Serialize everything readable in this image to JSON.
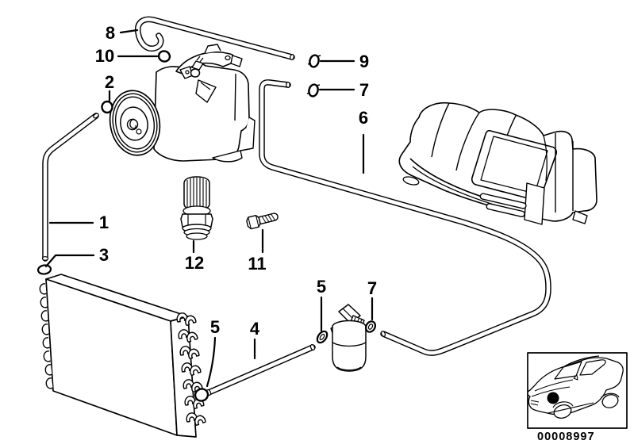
{
  "colors": {
    "line": "#000000",
    "background": "#ffffff"
  },
  "callouts": [
    {
      "key": "8",
      "label": "8"
    },
    {
      "key": "10",
      "label": "10"
    },
    {
      "key": "2",
      "label": "2"
    },
    {
      "key": "9",
      "label": "9"
    },
    {
      "key": "7-upper",
      "label": "7"
    },
    {
      "key": "6",
      "label": "6"
    },
    {
      "key": "1",
      "label": "1"
    },
    {
      "key": "3",
      "label": "3"
    },
    {
      "key": "12",
      "label": "12"
    },
    {
      "key": "11",
      "label": "11"
    },
    {
      "key": "5-condenser",
      "label": "5"
    },
    {
      "key": "4",
      "label": "4"
    },
    {
      "key": "5-drier",
      "label": "5"
    },
    {
      "key": "7-drier",
      "label": "7"
    }
  ],
  "inset": {
    "image_number": "00008997"
  }
}
